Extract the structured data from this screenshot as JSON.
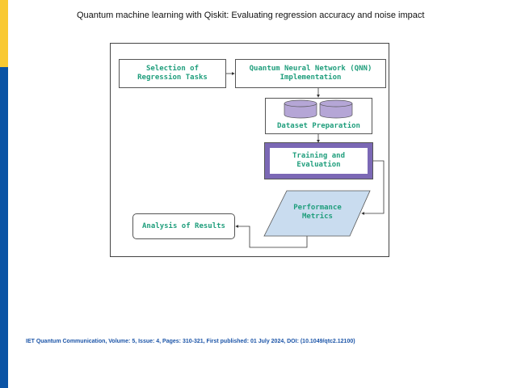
{
  "title": "Quantum machine learning with Qiskit: Evaluating regression accuracy and noise impact",
  "footer": "IET Quantum Communication, Volume: 5, Issue: 4, Pages: 310-321, First published: 01 July 2024, DOI: (10.1049/qtc2.12100)",
  "diagram": {
    "selection": "Selection of\nRegression Tasks",
    "qnn": "Quantum Neural Network (QNN)\nImplementation",
    "dataset": "Dataset Preparation",
    "training": "Training and\nEvaluation",
    "metrics": "Performance\nMetrics",
    "analysis": "Analysis of Results"
  },
  "colors": {
    "text": "#1f9e7c",
    "accent": "#7b68b5",
    "cylinder": "#b5a6d6",
    "metrics_fill": "#c9dcef"
  }
}
